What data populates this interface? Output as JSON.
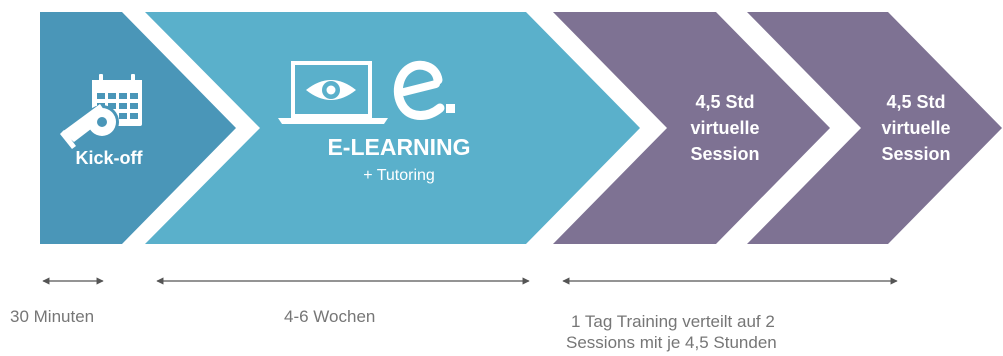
{
  "colors": {
    "kickoff": "#4a96b8",
    "elearning": "#5ab0cb",
    "session": "#7e7293",
    "arrow": "#555555",
    "duration_text": "#767676"
  },
  "steps": [
    {
      "id": "kickoff",
      "label": "Kick-off",
      "icons": [
        "whistle-icon",
        "calendar-icon"
      ]
    },
    {
      "id": "elearning",
      "title": "E-LEARNING",
      "subtitle": "+ Tutoring",
      "icons": [
        "eye-laptop-icon",
        "e-logo-icon"
      ]
    },
    {
      "id": "session1",
      "lines": [
        "4,5 Std",
        "virtuelle",
        "Session"
      ]
    },
    {
      "id": "session2",
      "lines": [
        "4,5 Std",
        "virtuelle",
        "Session"
      ]
    }
  ],
  "durations": [
    {
      "id": "kickoff",
      "text": "30 Minuten"
    },
    {
      "id": "elearning",
      "text": "4-6 Wochen"
    },
    {
      "id": "sessions",
      "lines": [
        "1 Tag Training verteilt auf 2",
        "Sessions mit je 4,5 Stunden"
      ]
    }
  ]
}
